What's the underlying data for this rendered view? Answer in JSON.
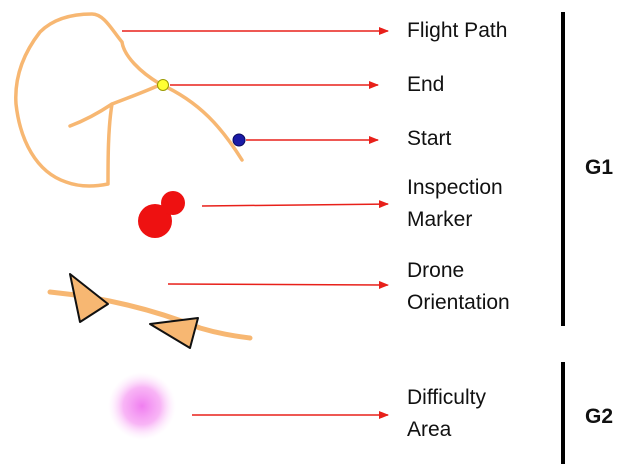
{
  "legend": {
    "flight_path": "Flight Path",
    "end": "End",
    "start": "Start",
    "inspection_marker": [
      "Inspection",
      "Marker"
    ],
    "drone_orientation": [
      "Drone",
      "Orientation"
    ],
    "difficulty_area": [
      "Difficulty",
      "Area"
    ]
  },
  "groups": {
    "g1": "G1",
    "g2": "G2"
  },
  "colors": {
    "path": "#f7b772",
    "arrow": "#e8201a",
    "end_dot": "#ffff33",
    "start_dot": "#1a1aa6",
    "marker": "#ee1111",
    "triangle_fill": "#f7b772",
    "difficulty": "#f07ef0"
  }
}
